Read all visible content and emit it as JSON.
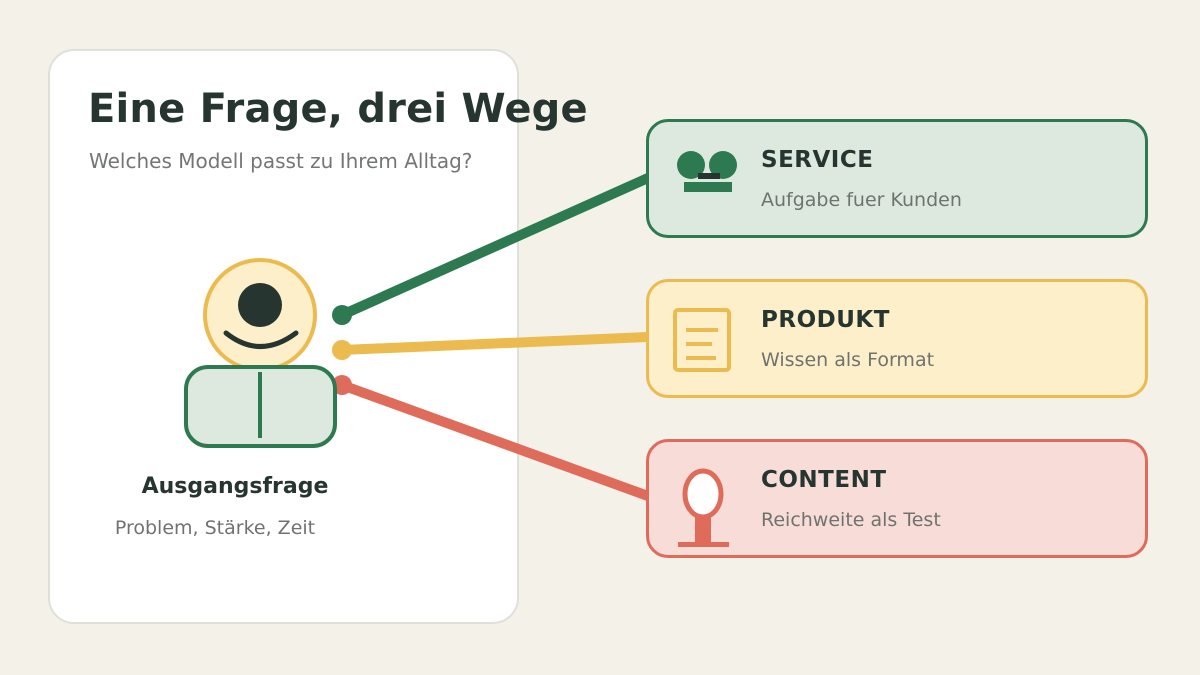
{
  "header": {
    "title": "Eine Frage, drei Wege",
    "subtitle": "Welches Modell passt zu Ihrem Alltag?"
  },
  "origin": {
    "label": "Ausgangsfrage",
    "sublabel": "Problem, Stärke, Zeit"
  },
  "paths": [
    {
      "title": "SERVICE",
      "subtitle": "Aufgabe fuer Kunden",
      "icon": "people-icon",
      "color": "#2e7a50",
      "fill": "#dde9de"
    },
    {
      "title": "PRODUKT",
      "subtitle": "Wissen als Format",
      "icon": "document-icon",
      "color": "#ecbb4f",
      "fill": "#fdefc9"
    },
    {
      "title": "CONTENT",
      "subtitle": "Reichweite als Test",
      "icon": "microphone-icon",
      "color": "#df6b5b",
      "fill": "#f7dcd7"
    }
  ]
}
